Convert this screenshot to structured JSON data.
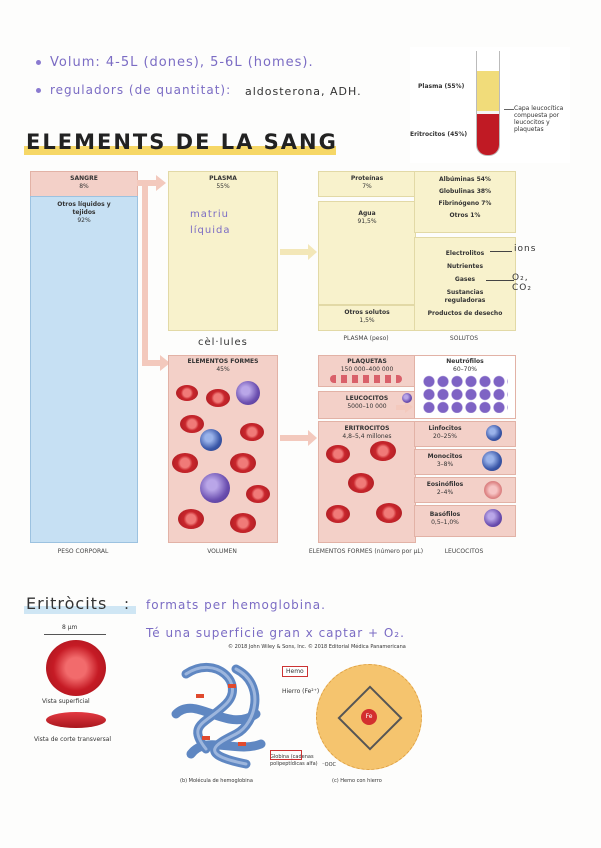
{
  "notes": {
    "line1": "Volum: 4-5L (dones), 5-6L (homes).",
    "line2_a": "reguladors (de quantitat):",
    "line2_b": "aldosterona, ADH."
  },
  "tube": {
    "plasma": "Plasma (55%)",
    "eritrocitos": "Eritrocitos (45%)",
    "capa": "Capa leucocítica compuesta por leucocitos y plaquetas"
  },
  "section_title": "ELEMENTS DE LA SANG",
  "diagram": {
    "sangre": "SANGRE",
    "sangre_pct": "8%",
    "otros": "Otros líquidos y tejidos",
    "otros_pct": "92%",
    "peso_corporal": "PESO CORPORAL",
    "plasma": "PLASMA",
    "plasma_pct": "55%",
    "matriu": "matriu líquida",
    "proteinas": "Proteínas",
    "proteinas_pct": "7%",
    "agua": "Agua",
    "agua_pct": "91,5%",
    "otros_solutos": "Otros solutos",
    "otros_solutos_pct": "1,5%",
    "plasma_peso": "PLASMA (peso)",
    "albuminas": "Albúminas 54%",
    "globulinas": "Globulinas 38%",
    "fibrinogeno": "Fibrinógeno 7%",
    "otros1": "Otros 1%",
    "electrolitos": "Electrolitos",
    "ions": "ions",
    "nutrientes": "Nutrientes",
    "gases": "Gases",
    "gases_note": "O₂, CO₂",
    "sustancias": "Sustancias reguladoras",
    "productos": "Productos de desecho",
    "solutos": "SOLUTOS",
    "cellules": "cèl·lules",
    "elementos_formes": "ELEMENTOS FORMES",
    "ef_pct": "45%",
    "volumen": "VOLUMEN",
    "plaquetas": "PLAQUETAS",
    "plaquetas_n": "150 000–400 000",
    "leucocitos": "LEUCOCITOS",
    "leucocitos_n": "5000–10 000",
    "eritrocitos": "ERITROCITOS",
    "eritrocitos_n": "4,8–5,4 millones",
    "ef_caption": "ELEMENTOS FORMES (número por μL)",
    "neutrofilos": "Neutrófilos",
    "neutrofilos_pct": "60–70%",
    "linfocitos": "Linfocitos",
    "linfocitos_pct": "20–25%",
    "monocitos": "Monocitos",
    "monocitos_pct": "3–8%",
    "eosinofilos": "Eosinófilos",
    "eosinofilos_pct": "2–4%",
    "basofilos": "Basófilos",
    "basofilos_pct": "0,5–1,0%",
    "leucocitos_caption": "LEUCOCITOS"
  },
  "eritrocits": {
    "title": "Eritròcits",
    "colon": ":",
    "line1": "formats per hemoglobina.",
    "line2": "Té una superficie gran x captar + O₂."
  },
  "rbc_fig": {
    "size": "8 μm",
    "vista_sup": "Vista superficial",
    "vista_corte": "Vista de corte transversal"
  },
  "hb_fig": {
    "copyright": "© 2018 John Wiley & Sons, Inc.  © 2018 Editorial Médica Panamericana",
    "hemo": "Hemo",
    "hierro": "Hierro (Fe²⁺)",
    "globina": "Globina (cadenas polipeptídicas alfa)",
    "caption_b": "(b) Molécula de hemoglobina",
    "caption_c": "(c) Hemo con hierro",
    "coo": "⁻OOC"
  }
}
